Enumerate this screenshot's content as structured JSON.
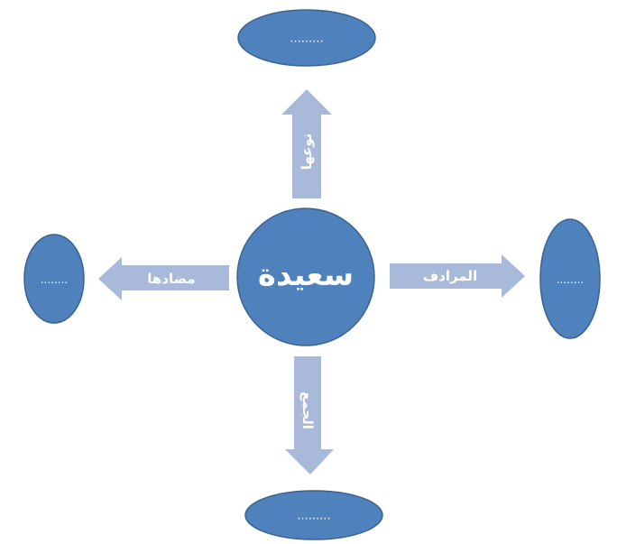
{
  "center": {
    "label": "سعيدة"
  },
  "branches": {
    "top": {
      "arrow_label": "نوعها",
      "node_label": "........."
    },
    "right": {
      "arrow_label": "المرادف",
      "node_label": "........"
    },
    "left": {
      "arrow_label": "مضادها",
      "node_label": "........"
    },
    "bottom": {
      "arrow_label": "الجمع",
      "node_label": "........."
    }
  },
  "colors": {
    "node_fill": "#4f81bd",
    "node_stroke": "#3b6390",
    "arrow_fill": "#a9b9d9",
    "text": "#ffffff"
  }
}
